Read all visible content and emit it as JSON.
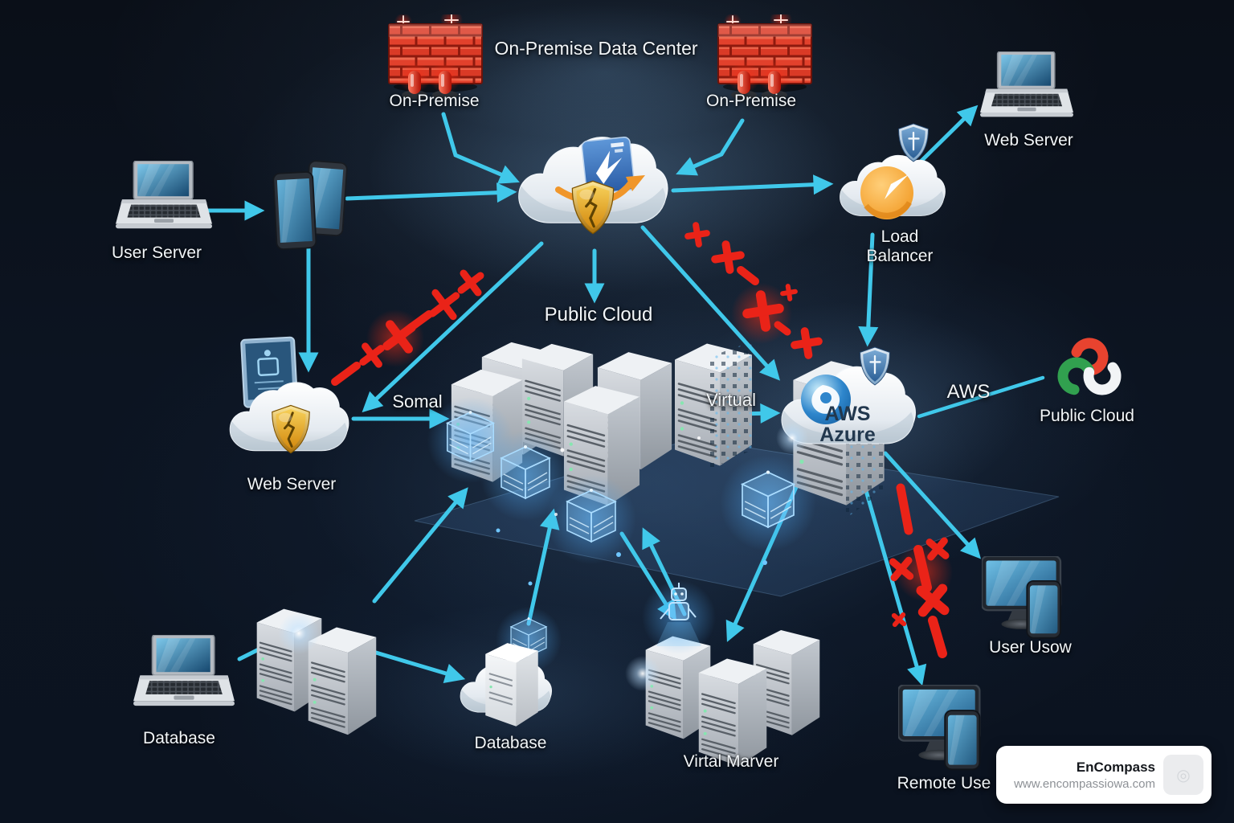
{
  "title": "On-Premise Data Center",
  "labels": {
    "on_premise_left": "On-Premise",
    "on_premise_right": "On-Premise",
    "user_server": "User Server",
    "web_server_top": "Web Server",
    "load_balancer": "Load Balancer",
    "public_cloud_center": "Public Cloud",
    "somal": "Somal",
    "virtual": "Virtual",
    "aws_cloud_line1": "AWS",
    "aws_cloud_line2": "Azure",
    "aws_side": "AWS",
    "public_cloud_right": "Public Cloud",
    "web_server_left": "Web Server",
    "database_left": "Database",
    "database_center": "Database",
    "virtal_marver": "Virtal Marver",
    "user_usow": "User Usow",
    "remote_user": "Remote Use"
  },
  "watermark": {
    "brand": "EnCompass",
    "url": "www.encompassiowa.com",
    "badge_glyph": "◎"
  },
  "colors": {
    "background": "#0b1220",
    "arrow_cyan": "#40c8ea",
    "blocked_red": "#e8231a",
    "label_text": "#f2f6f9",
    "firewall_brick": "#e2412c",
    "gold_shield": "#e9b33c",
    "blue_shield": "#3f6e9e",
    "cloud_white": "#eef2f6",
    "gauge_orange": "#ef9418",
    "holo_blue": "#6fc6ff"
  },
  "icons": [
    "firewall-icon",
    "alarm-light-icon",
    "laptop-icon",
    "smartphone-icon",
    "cloud-icon",
    "gold-shield-icon",
    "blue-shield-icon",
    "app-document-icon",
    "amazon-swoosh-icon",
    "load-balancer-gauge-icon",
    "server-tower-icon",
    "holographic-server-icon",
    "azure-sphere-icon",
    "google-cloud-logo-icon",
    "monitor-icon",
    "database-server-icon",
    "hologram-robot-icon",
    "monitor-phone-icon"
  ],
  "connections": {
    "normal": [
      "User Server → Mobile Devices",
      "Mobile Devices → Central Cloud",
      "Mobile Devices → Web Server Cloud",
      "On-Premise (left) → Central Cloud",
      "On-Premise (right) → Central Cloud",
      "Central Cloud → Load Balancer",
      "Load Balancer → Web Server",
      "Load Balancer → AWS Azure",
      "Central Cloud → Web Server Cloud",
      "Central Cloud → Public Cloud servers",
      "Web Server Cloud → Public Cloud servers (Somal)",
      "Public Cloud servers → AWS Azure (Virtual)",
      "AWS Azure → Public Cloud (Google)",
      "Database → Database servers → Public Cloud servers",
      "Database servers → Database cloud",
      "Database cloud cube → Public Cloud servers",
      "Virtal Marver ↔ Public Cloud servers",
      "AWS Azure → Virtal Marver",
      "AWS Azure → User Usow",
      "AWS Azure → Remote Use"
    ],
    "blocked": [
      "Central Cloud ⇢ Web Server Cloud (red X marks)",
      "Central Cloud ⇢ AWS Azure (red X marks)",
      "AWS Azure ⇢ Remote Use (red ! and X marks)"
    ]
  }
}
